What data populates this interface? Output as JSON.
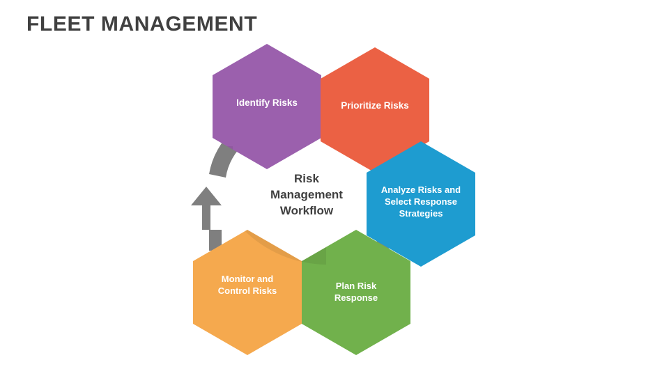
{
  "slide": {
    "title": "FLEET MANAGEMENT",
    "background_color": "#FFFFFF",
    "title_color": "#404040"
  },
  "center": {
    "line1": "Risk",
    "line2": "Management",
    "line3": "Workflow",
    "text_color": "#3F3F3F"
  },
  "connector": {
    "color": "#7F7F7F",
    "arrow_name": "cycle-arrow"
  },
  "diagram": {
    "type": "cycle",
    "shape": "hexagon",
    "step_count": 6,
    "steps": [
      {
        "id": "identify-risks",
        "label_lines": [
          "Identify Risks"
        ],
        "color": "#9B60AD",
        "position": "top-left"
      },
      {
        "id": "prioritize-risks",
        "label_lines": [
          "Prioritize Risks"
        ],
        "color": "#EB6144",
        "position": "top-right"
      },
      {
        "id": "analyze-risks-select-response-strategies",
        "label_lines": [
          "Analyze Risks and",
          "Select Response",
          "Strategies"
        ],
        "color": "#1E9CD0",
        "position": "right"
      },
      {
        "id": "plan-risk-response",
        "label_lines": [
          "Plan Risk",
          "Response"
        ],
        "color": "#71B14C",
        "position": "bottom-right"
      },
      {
        "id": "monitor-and-control-risks",
        "label_lines": [
          "Monitor and",
          "Control Risks"
        ],
        "color": "#F5A94E",
        "position": "bottom-left"
      }
    ]
  }
}
